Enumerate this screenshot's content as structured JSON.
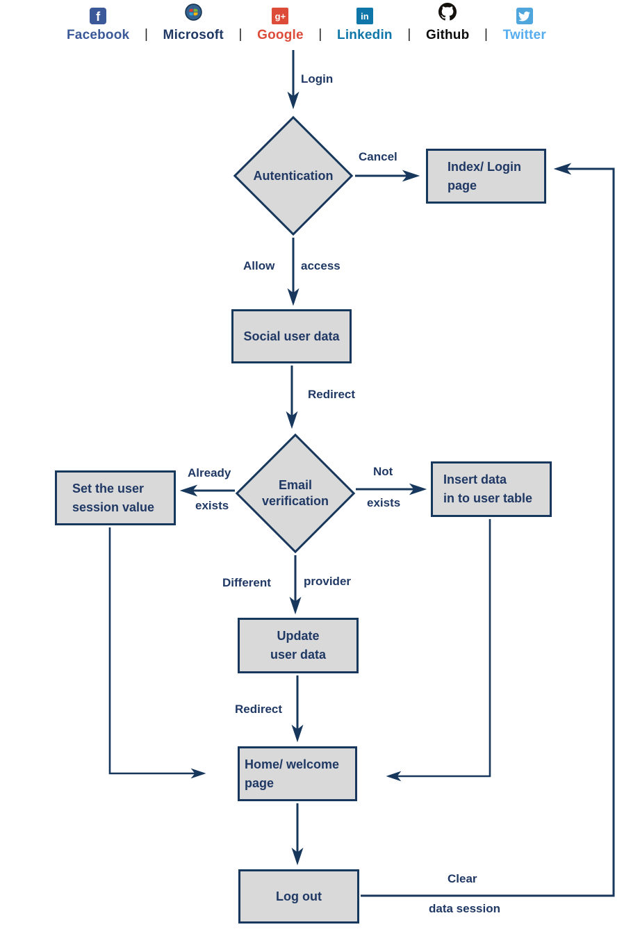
{
  "providers": {
    "separator": "|",
    "items": [
      {
        "name": "Facebook",
        "glyph": "f",
        "brand_color": "#3b5998"
      },
      {
        "name": "Microsoft",
        "glyph": "",
        "brand_color": "#1f3864"
      },
      {
        "name": "Google",
        "glyph": "g+",
        "brand_color": "#dd4b39"
      },
      {
        "name": "Linkedin",
        "glyph": "in",
        "brand_color": "#0e76a8"
      },
      {
        "name": "Github",
        "glyph": "",
        "brand_color": "#0d0d0d"
      },
      {
        "name": "Twitter",
        "glyph": "",
        "brand_color": "#55acee"
      }
    ]
  },
  "nodes": {
    "authentication": {
      "label": "Autentication",
      "type": "decision"
    },
    "index_login": {
      "line1": "Index/ Login",
      "line2": "page",
      "type": "process"
    },
    "social_user_data": {
      "label": "Social user data",
      "type": "process"
    },
    "email_verification": {
      "line1": "Email",
      "line2": "verification",
      "type": "decision"
    },
    "set_session": {
      "line1": "Set the user",
      "line2": "session value",
      "type": "process"
    },
    "insert_data": {
      "line1": "Insert data",
      "line2": "in to user table",
      "type": "process"
    },
    "update_user": {
      "line1": "Update",
      "line2": "user data",
      "type": "process"
    },
    "home_page": {
      "line1": "Home/ welcome",
      "line2": "page",
      "type": "process"
    },
    "log_out": {
      "label": "Log out",
      "type": "process"
    }
  },
  "edges": {
    "login": "Login",
    "cancel": "Cancel",
    "allow": "Allow",
    "access": "access",
    "redirect1": "Redirect",
    "already": "Already",
    "exists_left": "exists",
    "not": "Not",
    "exists_right": "exists",
    "different": "Different",
    "provider": "provider",
    "redirect2": "Redirect",
    "clear": "Clear",
    "data_session": "data session"
  },
  "colors": {
    "line": "#17375d",
    "node_fill": "#d9d9d9",
    "node_border": "#17375d",
    "text": "#1f3864"
  }
}
